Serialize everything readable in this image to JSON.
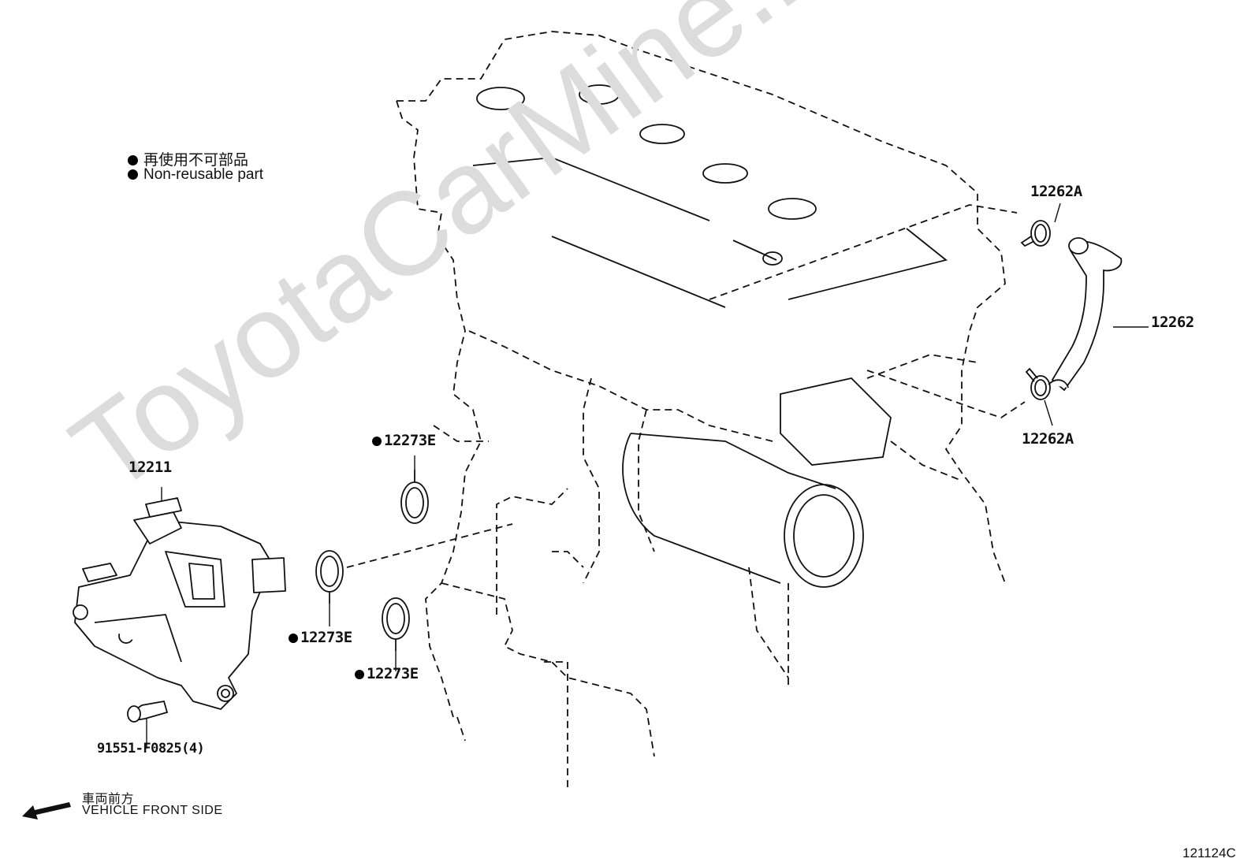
{
  "legend": {
    "line1": "再使用不可部品",
    "line2": "Non-reusable part"
  },
  "parts": {
    "p12211": "12211",
    "p12262": "12262",
    "p12262a_top": "12262A",
    "p12262a_bottom": "12262A",
    "p12273e_top": "12273E",
    "p12273e_mid": "12273E",
    "p12273e_low": "12273E",
    "bolt": "91551-F0825(4)"
  },
  "direction": {
    "jp": "車両前方",
    "en": "VEHICLE FRONT SIDE"
  },
  "figure_id": "121124C",
  "watermark": "ToyotaCarMine.ru",
  "icons": {
    "non_reusable": "filled-circle",
    "front": "arrow-left"
  }
}
